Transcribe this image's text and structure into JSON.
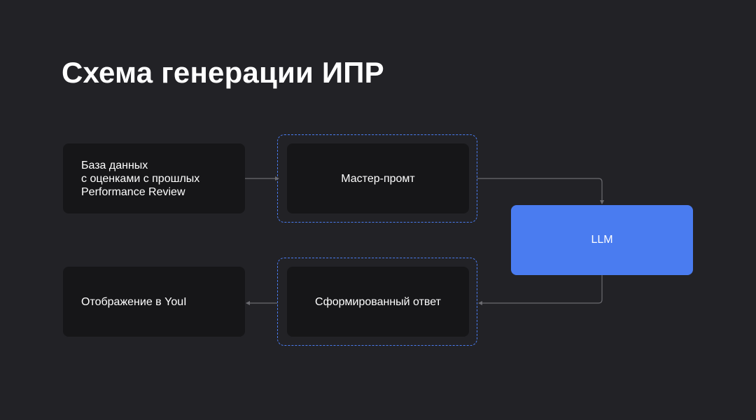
{
  "title": "Схема генерации ИПР",
  "nodes": {
    "database": "База данных\nс оценками с прошлых\nPerformance Review",
    "master_prompt": "Мастер-промт",
    "llm": "LLM",
    "generated_answer": "Сформированный ответ",
    "display": "Отображение в YouI"
  },
  "colors": {
    "background": "#222226",
    "box": "#161618",
    "accent": "#4a7cf0",
    "connector": "#6b6b70"
  }
}
